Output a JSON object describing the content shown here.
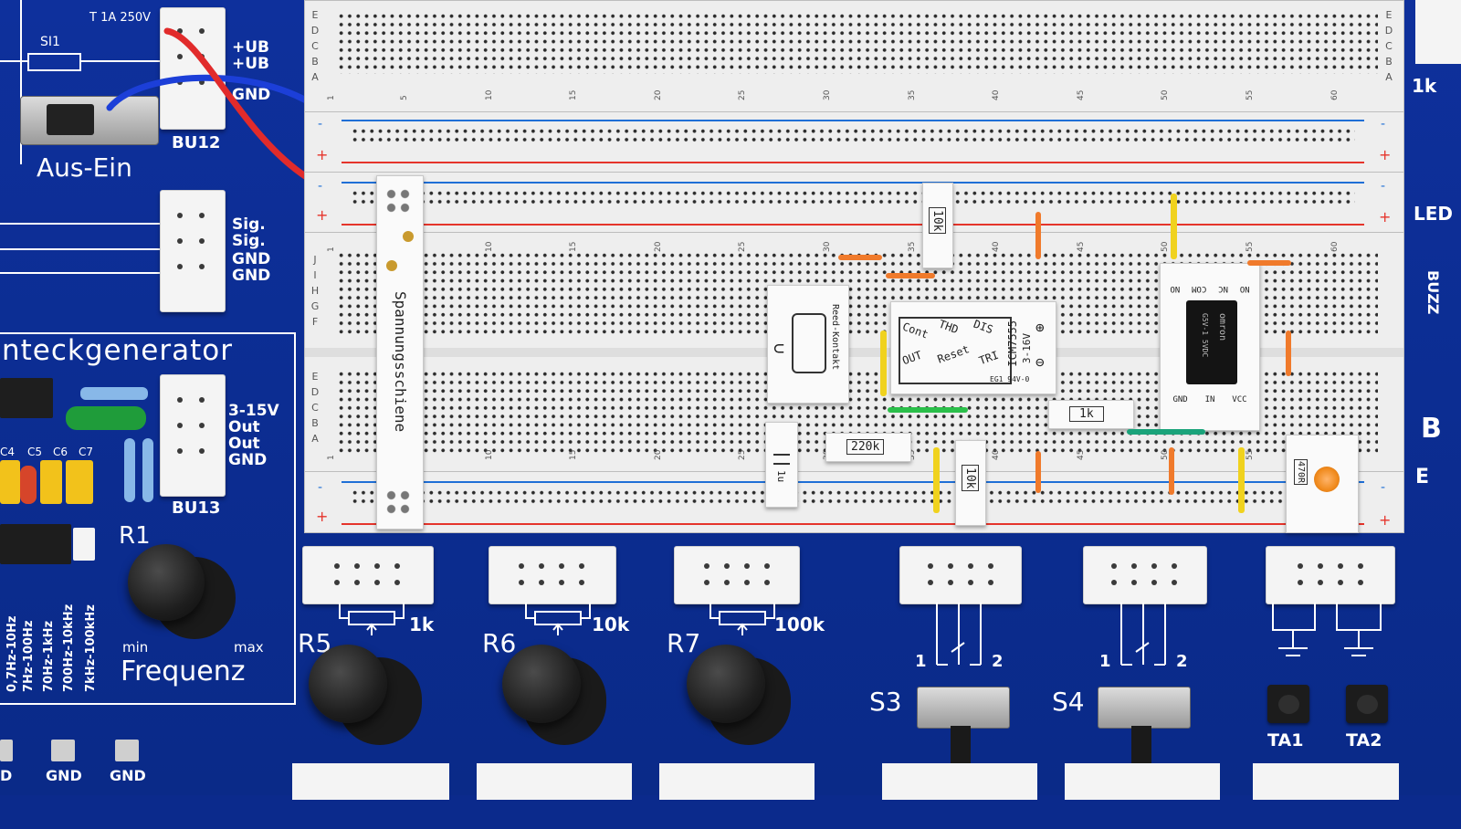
{
  "power_section": {
    "fuse_label": "SI1",
    "fuse_rating": "T 1A 250V",
    "terminals": [
      "+UB",
      "+UB",
      "GND"
    ],
    "socket_label": "BU12",
    "switch_label": "Aus-Ein"
  },
  "signal_section": {
    "terminals": [
      "Sig.",
      "Sig.",
      "GND",
      "GND"
    ]
  },
  "generator_section": {
    "title": "nteckgenerator",
    "output_labels": [
      "3-15V",
      "Out",
      "Out",
      "GND"
    ],
    "socket_label": "BU13",
    "capacitor_labels": [
      "C4",
      "C5",
      "C6",
      "C7"
    ],
    "pot_label": "R1",
    "pot_min": "min",
    "pot_max": "max",
    "pot_caption": "Frequenz",
    "ranges": [
      "0,7Hz-10Hz",
      "7Hz-100Hz",
      "70Hz-1kHz",
      "700Hz-10kHz",
      "7kHz-100kHz"
    ]
  },
  "breadboard": {
    "top_rows": [
      "A",
      "B",
      "C",
      "D",
      "E"
    ],
    "mid_rows": [
      "F",
      "G",
      "H",
      "I",
      "J"
    ],
    "bottom_rows": [
      "A",
      "B",
      "C",
      "D",
      "E"
    ],
    "column_ticks": [
      "1",
      "5",
      "10",
      "15",
      "20",
      "25",
      "30",
      "35",
      "40",
      "45",
      "50",
      "55",
      "60"
    ],
    "rail_plus": "+",
    "rail_minus": "-"
  },
  "modules": {
    "power_rail": "Spannungsschiene",
    "reed": "Reed-Kontakt",
    "r_10k_top": "10k",
    "ic_name": "ICM7555",
    "ic_voltage": "3-16V",
    "ic_pins": [
      "Cont",
      "THD",
      "DIS",
      "OUT",
      "Reset",
      "TRI"
    ],
    "ic_footer": "EG1 94V-0",
    "r_1k": "1k",
    "r_220k": "220k",
    "r_10k_bottom": "10k",
    "cap_1u": "1u",
    "relay_top": [
      "NO",
      "NC",
      "COM",
      "NO"
    ],
    "relay_bottom": [
      "GND",
      "IN",
      "VCC"
    ],
    "relay_brand": "omron",
    "relay_model": "G5V-1 5VDC",
    "led_resistor": "470R"
  },
  "pots": [
    {
      "label": "R5",
      "value": "1k"
    },
    {
      "label": "R6",
      "value": "10k"
    },
    {
      "label": "R7",
      "value": "100k"
    }
  ],
  "switches": [
    {
      "label": "S3",
      "pin_left": "1",
      "pin_right": "2"
    },
    {
      "label": "S4",
      "pin_left": "1",
      "pin_right": "2"
    }
  ],
  "buttons": [
    {
      "label": "TA1"
    },
    {
      "label": "TA2"
    }
  ],
  "bottom_left": [
    "D",
    "GND",
    "GND"
  ],
  "right_edge": [
    "1k",
    "LED",
    "BUZZ",
    "B",
    "E"
  ],
  "colors": {
    "board": "#0b2a8c",
    "silk": "#ffffff",
    "rail_red": "#e5342b",
    "rail_blue": "#1f6fd6",
    "breadboard": "#eeeeee"
  }
}
